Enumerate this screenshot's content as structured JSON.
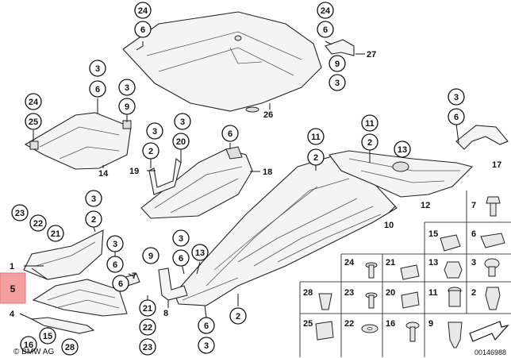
{
  "callouts": [
    {
      "id": "c24a",
      "label": "24"
    },
    {
      "id": "c6a",
      "label": "6"
    },
    {
      "id": "c24b",
      "label": "24"
    },
    {
      "id": "c6b",
      "label": "6"
    },
    {
      "id": "c9a",
      "label": "9"
    },
    {
      "id": "c3a",
      "label": "3"
    },
    {
      "id": "c3b",
      "label": "3"
    },
    {
      "id": "c6c",
      "label": "6"
    },
    {
      "id": "c3c",
      "label": "3"
    },
    {
      "id": "c9b",
      "label": "9"
    },
    {
      "id": "c24c",
      "label": "24"
    },
    {
      "id": "c25a",
      "label": "25"
    },
    {
      "id": "c3d",
      "label": "3"
    },
    {
      "id": "c3e",
      "label": "3"
    },
    {
      "id": "c2a",
      "label": "2"
    },
    {
      "id": "c20a",
      "label": "20"
    },
    {
      "id": "c6d",
      "label": "6"
    },
    {
      "id": "c11a",
      "label": "11"
    },
    {
      "id": "c2b",
      "label": "2"
    },
    {
      "id": "c11b",
      "label": "11"
    },
    {
      "id": "c2c",
      "label": "2"
    },
    {
      "id": "c13a",
      "label": "13"
    },
    {
      "id": "c3f",
      "label": "3"
    },
    {
      "id": "c6e",
      "label": "6"
    },
    {
      "id": "c23a",
      "label": "23"
    },
    {
      "id": "c22a",
      "label": "22"
    },
    {
      "id": "c21a",
      "label": "21"
    },
    {
      "id": "c3g",
      "label": "3"
    },
    {
      "id": "c2d",
      "label": "2"
    },
    {
      "id": "c3h",
      "label": "3"
    },
    {
      "id": "c6f",
      "label": "6"
    },
    {
      "id": "c6g",
      "label": "6"
    },
    {
      "id": "c9c",
      "label": "9"
    },
    {
      "id": "c3i",
      "label": "3"
    },
    {
      "id": "c6h",
      "label": "6"
    },
    {
      "id": "c13b",
      "label": "13"
    },
    {
      "id": "c21b",
      "label": "21"
    },
    {
      "id": "c22b",
      "label": "22"
    },
    {
      "id": "c23b",
      "label": "23"
    },
    {
      "id": "c6i",
      "label": "6"
    },
    {
      "id": "c3j",
      "label": "3"
    },
    {
      "id": "c2e",
      "label": "2"
    },
    {
      "id": "c15a",
      "label": "15"
    },
    {
      "id": "c28a",
      "label": "28"
    },
    {
      "id": "c16a",
      "label": "16"
    }
  ],
  "plain_labels": [
    {
      "id": "p27",
      "label": "27"
    },
    {
      "id": "p26",
      "label": "26"
    },
    {
      "id": "p14",
      "label": "14"
    },
    {
      "id": "p19",
      "label": "19"
    },
    {
      "id": "p18",
      "label": "18"
    },
    {
      "id": "p17",
      "label": "17"
    },
    {
      "id": "p12",
      "label": "12"
    },
    {
      "id": "p10",
      "label": "10"
    },
    {
      "id": "p1",
      "label": "1"
    },
    {
      "id": "p4",
      "label": "4"
    },
    {
      "id": "p7",
      "label": "7"
    },
    {
      "id": "p8",
      "label": "8"
    }
  ],
  "highlight_label": "5",
  "hardware_grid": [
    {
      "id": "g7",
      "label": "7"
    },
    {
      "id": "g15",
      "label": "15"
    },
    {
      "id": "g6",
      "label": "6"
    },
    {
      "id": "g24",
      "label": "24"
    },
    {
      "id": "g21",
      "label": "21"
    },
    {
      "id": "g13",
      "label": "13"
    },
    {
      "id": "g3",
      "label": "3"
    },
    {
      "id": "g28",
      "label": "28"
    },
    {
      "id": "g23",
      "label": "23"
    },
    {
      "id": "g20",
      "label": "20"
    },
    {
      "id": "g11",
      "label": "11"
    },
    {
      "id": "g2",
      "label": "2"
    },
    {
      "id": "g25",
      "label": "25"
    },
    {
      "id": "g22",
      "label": "22"
    },
    {
      "id": "g16",
      "label": "16"
    },
    {
      "id": "g9",
      "label": "9"
    }
  ],
  "copyright": "© BMW AG",
  "doc_number": "00146988"
}
